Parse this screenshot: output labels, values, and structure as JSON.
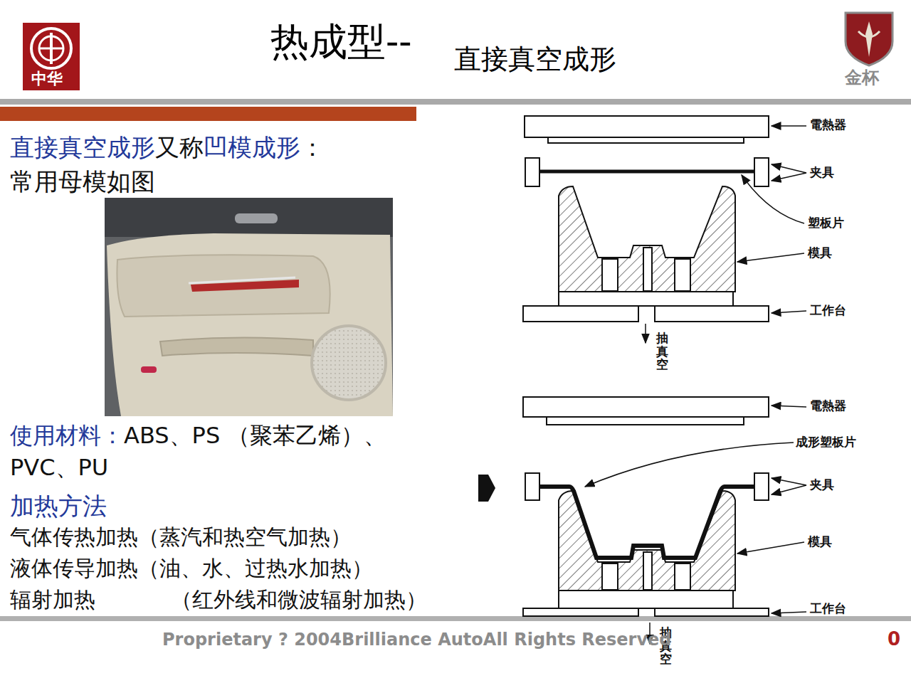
{
  "diagram": {
    "title": "热成型--",
    "labels": [
      "直接真空成形",
      "中华",
      "金杯",
      "直接真空成形",
      "又称",
      "凹模成形",
      "：常用母模如图",
      "使用材料：",
      "ABS、PS （聚苯乙烯）、PVC、PU",
      "加热方法",
      "气体传热加热（蒸汽和热空气加热）",
      "液体传导加热（油、水、过热水加热）",
      "辐射加热",
      "（红外线和微波辐射加热）",
      "電熱器",
      "夹具",
      "塑板片",
      "模具",
      "工作台",
      "抽真空",
      "電熱器",
      "成形塑板片",
      "夹具",
      "模具",
      "工作台",
      "抽真空",
      "Proprietary ? 2004Brilliance AutoAll Rights Reserved",
      "0"
    ]
  }
}
